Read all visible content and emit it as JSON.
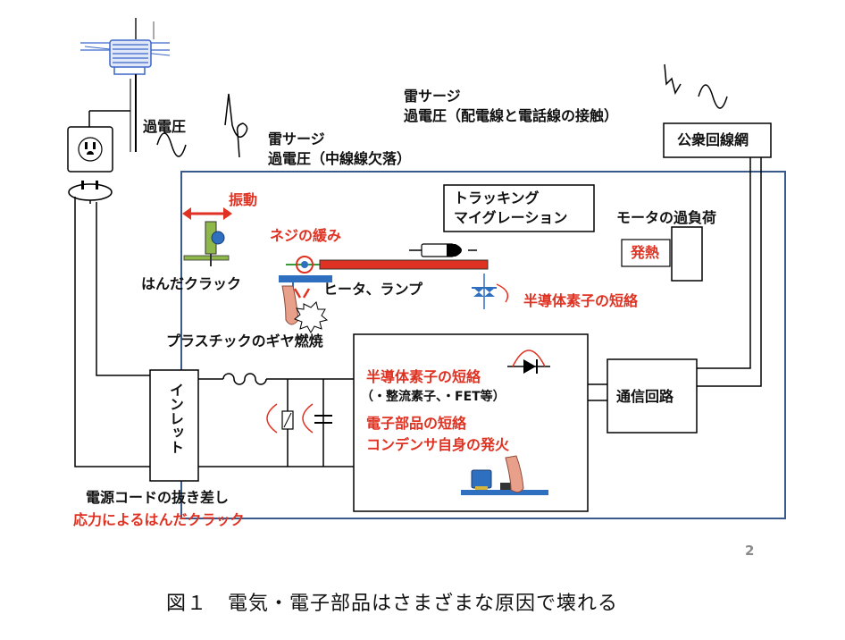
{
  "labels": {
    "overvoltage": "過電圧",
    "lightning_left": "雷サージ",
    "lightning_left_sub": "過電圧（中線線欠落）",
    "lightning_top": "雷サージ",
    "lightning_top_sub": "過電圧（配電線と電話線の接触）",
    "public_network": "公衆回線網",
    "vibration": "振動",
    "loose_screw": "ネジの緩み",
    "solder_crack": "はんだクラック",
    "heater_lamp": "ヒータ、ランプ",
    "tracking_1": "トラッキング",
    "tracking_2": "マイグレーション",
    "motor_overload": "モータの過負荷",
    "heat": "発熱",
    "semi_short_right": "半導体素子の短絡",
    "plastic_gear": "プラスチックのギヤ燃焼",
    "inlet": "インレット",
    "semi_short_box": "半導体素子の短絡",
    "semi_short_box_sub": "（・整流素子、・FET等）",
    "electronic_short": "電子部品の短絡",
    "capacitor_fire": "コンデンサ自身の発火",
    "comm_circuit": "通信回路",
    "cord_plug": "電源コードの抜き差し",
    "stress_crack": "応力によるはんだクラック",
    "page_number": "2",
    "caption": "図１　電気・電子部品はさまざまな原因で壊れる"
  },
  "colors": {
    "line": "#000000",
    "frame": "#3a5a8c",
    "accent_red": "#e03222",
    "transformer": "#3b67c9",
    "solder_green": "#8fb84a",
    "component_blue": "#2f6fc0",
    "finger": "#e8a08a"
  }
}
